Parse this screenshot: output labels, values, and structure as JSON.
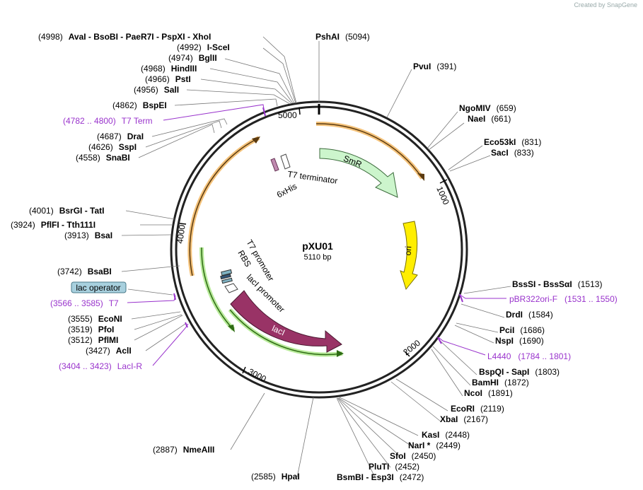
{
  "credit": "Created by SnapGene",
  "plasmid": {
    "name": "pXU01",
    "length_label": "5110 bp"
  },
  "ticks": [
    "1000",
    "2000",
    "3000",
    "4000",
    "5000"
  ],
  "sites": [
    {
      "name": "PshAI",
      "pos": "(5094)"
    },
    {
      "name": "PvuI",
      "pos": "(391)"
    },
    {
      "name": "NgoMIV",
      "pos": "(659)"
    },
    {
      "name": "NaeI",
      "pos": "(661)"
    },
    {
      "name": "Eco53kI",
      "pos": "(831)"
    },
    {
      "name": "SacI",
      "pos": "(833)"
    },
    {
      "name": "BssSI  - BssSαI",
      "pos": "(1513)"
    },
    {
      "name": "DrdI",
      "pos": "(1584)"
    },
    {
      "name": "PciI",
      "pos": "(1686)"
    },
    {
      "name": "NspI",
      "pos": "(1690)"
    },
    {
      "name": "BspQI  - SapI",
      "pos": "(1803)"
    },
    {
      "name": "BamHI",
      "pos": "(1872)"
    },
    {
      "name": "NcoI",
      "pos": "(1891)"
    },
    {
      "name": "EcoRI",
      "pos": "(2119)"
    },
    {
      "name": "XbaI",
      "pos": "(2167)"
    },
    {
      "name": "KasI",
      "pos": "(2448)"
    },
    {
      "name": "NarI *",
      "pos": "(2449)"
    },
    {
      "name": "SfoI",
      "pos": "(2450)"
    },
    {
      "name": "PluTI",
      "pos": "(2452)"
    },
    {
      "name": "BsmBI  - Esp3I",
      "pos": "(2472)"
    },
    {
      "name": "HpaI",
      "pos": "(2585)"
    },
    {
      "name": "NmeAIII",
      "pos": "(2887)"
    },
    {
      "name": "AclI",
      "pos": "(3427)"
    },
    {
      "name": "PflMI",
      "pos": "(3512)"
    },
    {
      "name": "PfoI",
      "pos": "(3519)"
    },
    {
      "name": "EcoNI",
      "pos": "(3555)"
    },
    {
      "name": "BsaBI",
      "pos": "(3742)"
    },
    {
      "name": "BsaI",
      "pos": "(3913)"
    },
    {
      "name": "PflFI  - Tth111I",
      "pos": "(3924)"
    },
    {
      "name": "BsrGI  - TatI",
      "pos": "(4001)"
    },
    {
      "name": "SnaBI",
      "pos": "(4558)"
    },
    {
      "name": "SspI",
      "pos": "(4626)"
    },
    {
      "name": "DraI",
      "pos": "(4687)"
    },
    {
      "name": "BspEI",
      "pos": "(4862)"
    },
    {
      "name": "SalI",
      "pos": "(4956)"
    },
    {
      "name": "PstI",
      "pos": "(4966)"
    },
    {
      "name": "HindIII",
      "pos": "(4968)"
    },
    {
      "name": "BglII",
      "pos": "(4974)"
    },
    {
      "name": "I-SceI",
      "pos": "(4992)"
    },
    {
      "name": "AvaI  - BsoBI  - PaeR7I  - PspXI  - XhoI",
      "pos": "(4998)"
    }
  ],
  "primers": [
    {
      "name": "pBR322ori-F",
      "range": "(1531 .. 1550)"
    },
    {
      "name": "L4440",
      "range": "(1784 .. 1801)"
    },
    {
      "name": "LacI-R",
      "range": "(3404 .. 3423)"
    },
    {
      "name": "T7",
      "range": "(3566 .. 3585)"
    },
    {
      "name": "T7 Term",
      "range": "(4782 .. 4800)"
    }
  ],
  "features": {
    "smr": "SmR",
    "ori": "ori",
    "laci": "lacI",
    "t7_terminator": "T7 terminator",
    "his_tag": "6xHis",
    "t7_promoter": "T7 promoter",
    "rbs": "RBS",
    "laci_promoter": "lacI promoter",
    "lac_operator": "lac operator"
  },
  "colors": {
    "smr": "#ccf5cc",
    "ori": "#ffee00",
    "laci": "#993366",
    "orange_arrow": "#f4c27a",
    "green_arrow": "#9fe07a",
    "primer": "#9933cc",
    "lac_operator_box": "#a8d0de"
  }
}
